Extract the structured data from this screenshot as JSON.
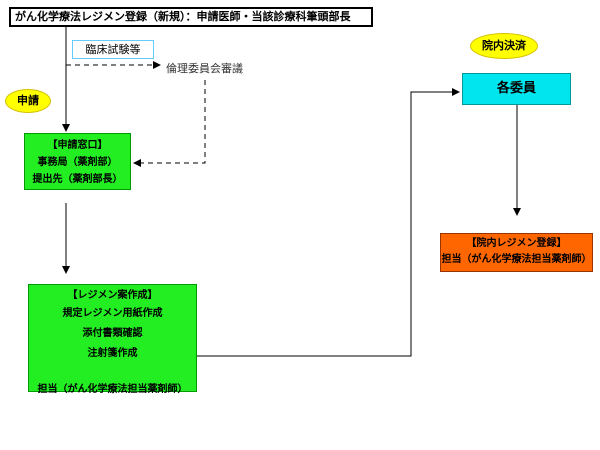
{
  "title": "がん化学療法レジメン登録（新規）：申請医師・当該診療科筆頭部長",
  "clinical_trial": "臨床試験等",
  "ethics_review": "倫理委員会審議",
  "apply_label": "申請",
  "inhouse_label": "院内決済",
  "window": {
    "heading": "【申請窓口】",
    "line1": "事務局（薬剤部）",
    "line2": "提出先（薬剤部長）"
  },
  "draft": {
    "heading": "【レジメン案作成】",
    "line1": "規定レジメン用紙作成",
    "line2": "添付書類確認",
    "line3": "注射箋作成",
    "footer": "担当（がん化学療法担当薬剤師）"
  },
  "members": "各委員",
  "register": {
    "heading": "【院内レジメン登録】",
    "footer": "担当（がん化学療法担当薬剤師）"
  },
  "colors": {
    "green_box": "#22ee22",
    "cyan_box": "#00e5ee",
    "orange_box": "#ff6600",
    "oval": "#ffff00"
  }
}
